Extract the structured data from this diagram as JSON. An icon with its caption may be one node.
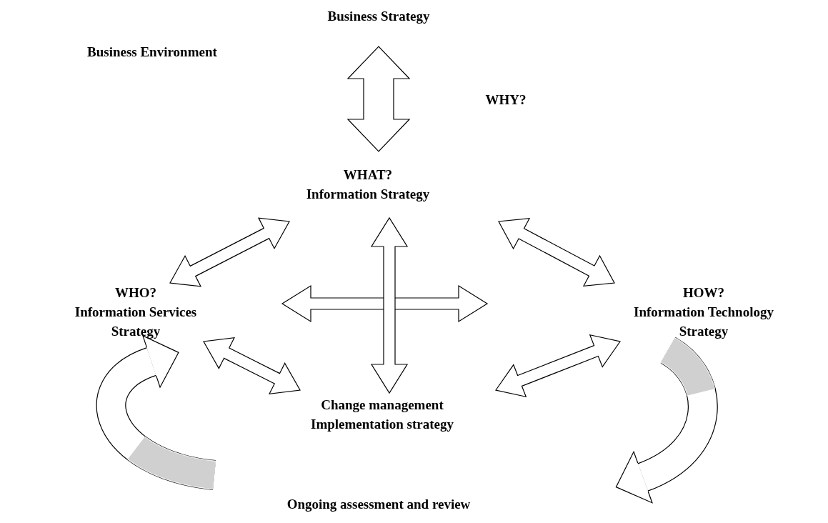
{
  "diagram": {
    "nodes": [
      {
        "text": [
          "Business Strategy"
        ]
      },
      {
        "text": [
          "WHAT?",
          "Information Strategy"
        ]
      },
      {
        "text": [
          "WHO?",
          "Information Services Strategy"
        ]
      },
      {
        "text": [
          "HOW?",
          "Information Technology Strategy"
        ]
      },
      {
        "text": [
          "Change management Implementation strategy"
        ]
      }
    ],
    "edges": [
      {
        "from": 0,
        "to": 1,
        "arrow": "both"
      },
      {
        "from": 1,
        "to": 2,
        "arrow": "both"
      },
      {
        "from": 1,
        "to": 3,
        "arrow": "both"
      },
      {
        "from": 1,
        "to": 4,
        "arrow": "both"
      },
      {
        "from": 2,
        "to": 4,
        "arrow": "both"
      },
      {
        "from": 3,
        "to": 4,
        "arrow": "both"
      },
      {
        "from": null,
        "to": 2,
        "arrow": "to"
      },
      {
        "from": 3,
        "to": null,
        "arrow": "to"
      }
    ],
    "labels": [
      "Business Environment",
      "WHY?",
      "Ongoing assessment and review"
    ]
  }
}
